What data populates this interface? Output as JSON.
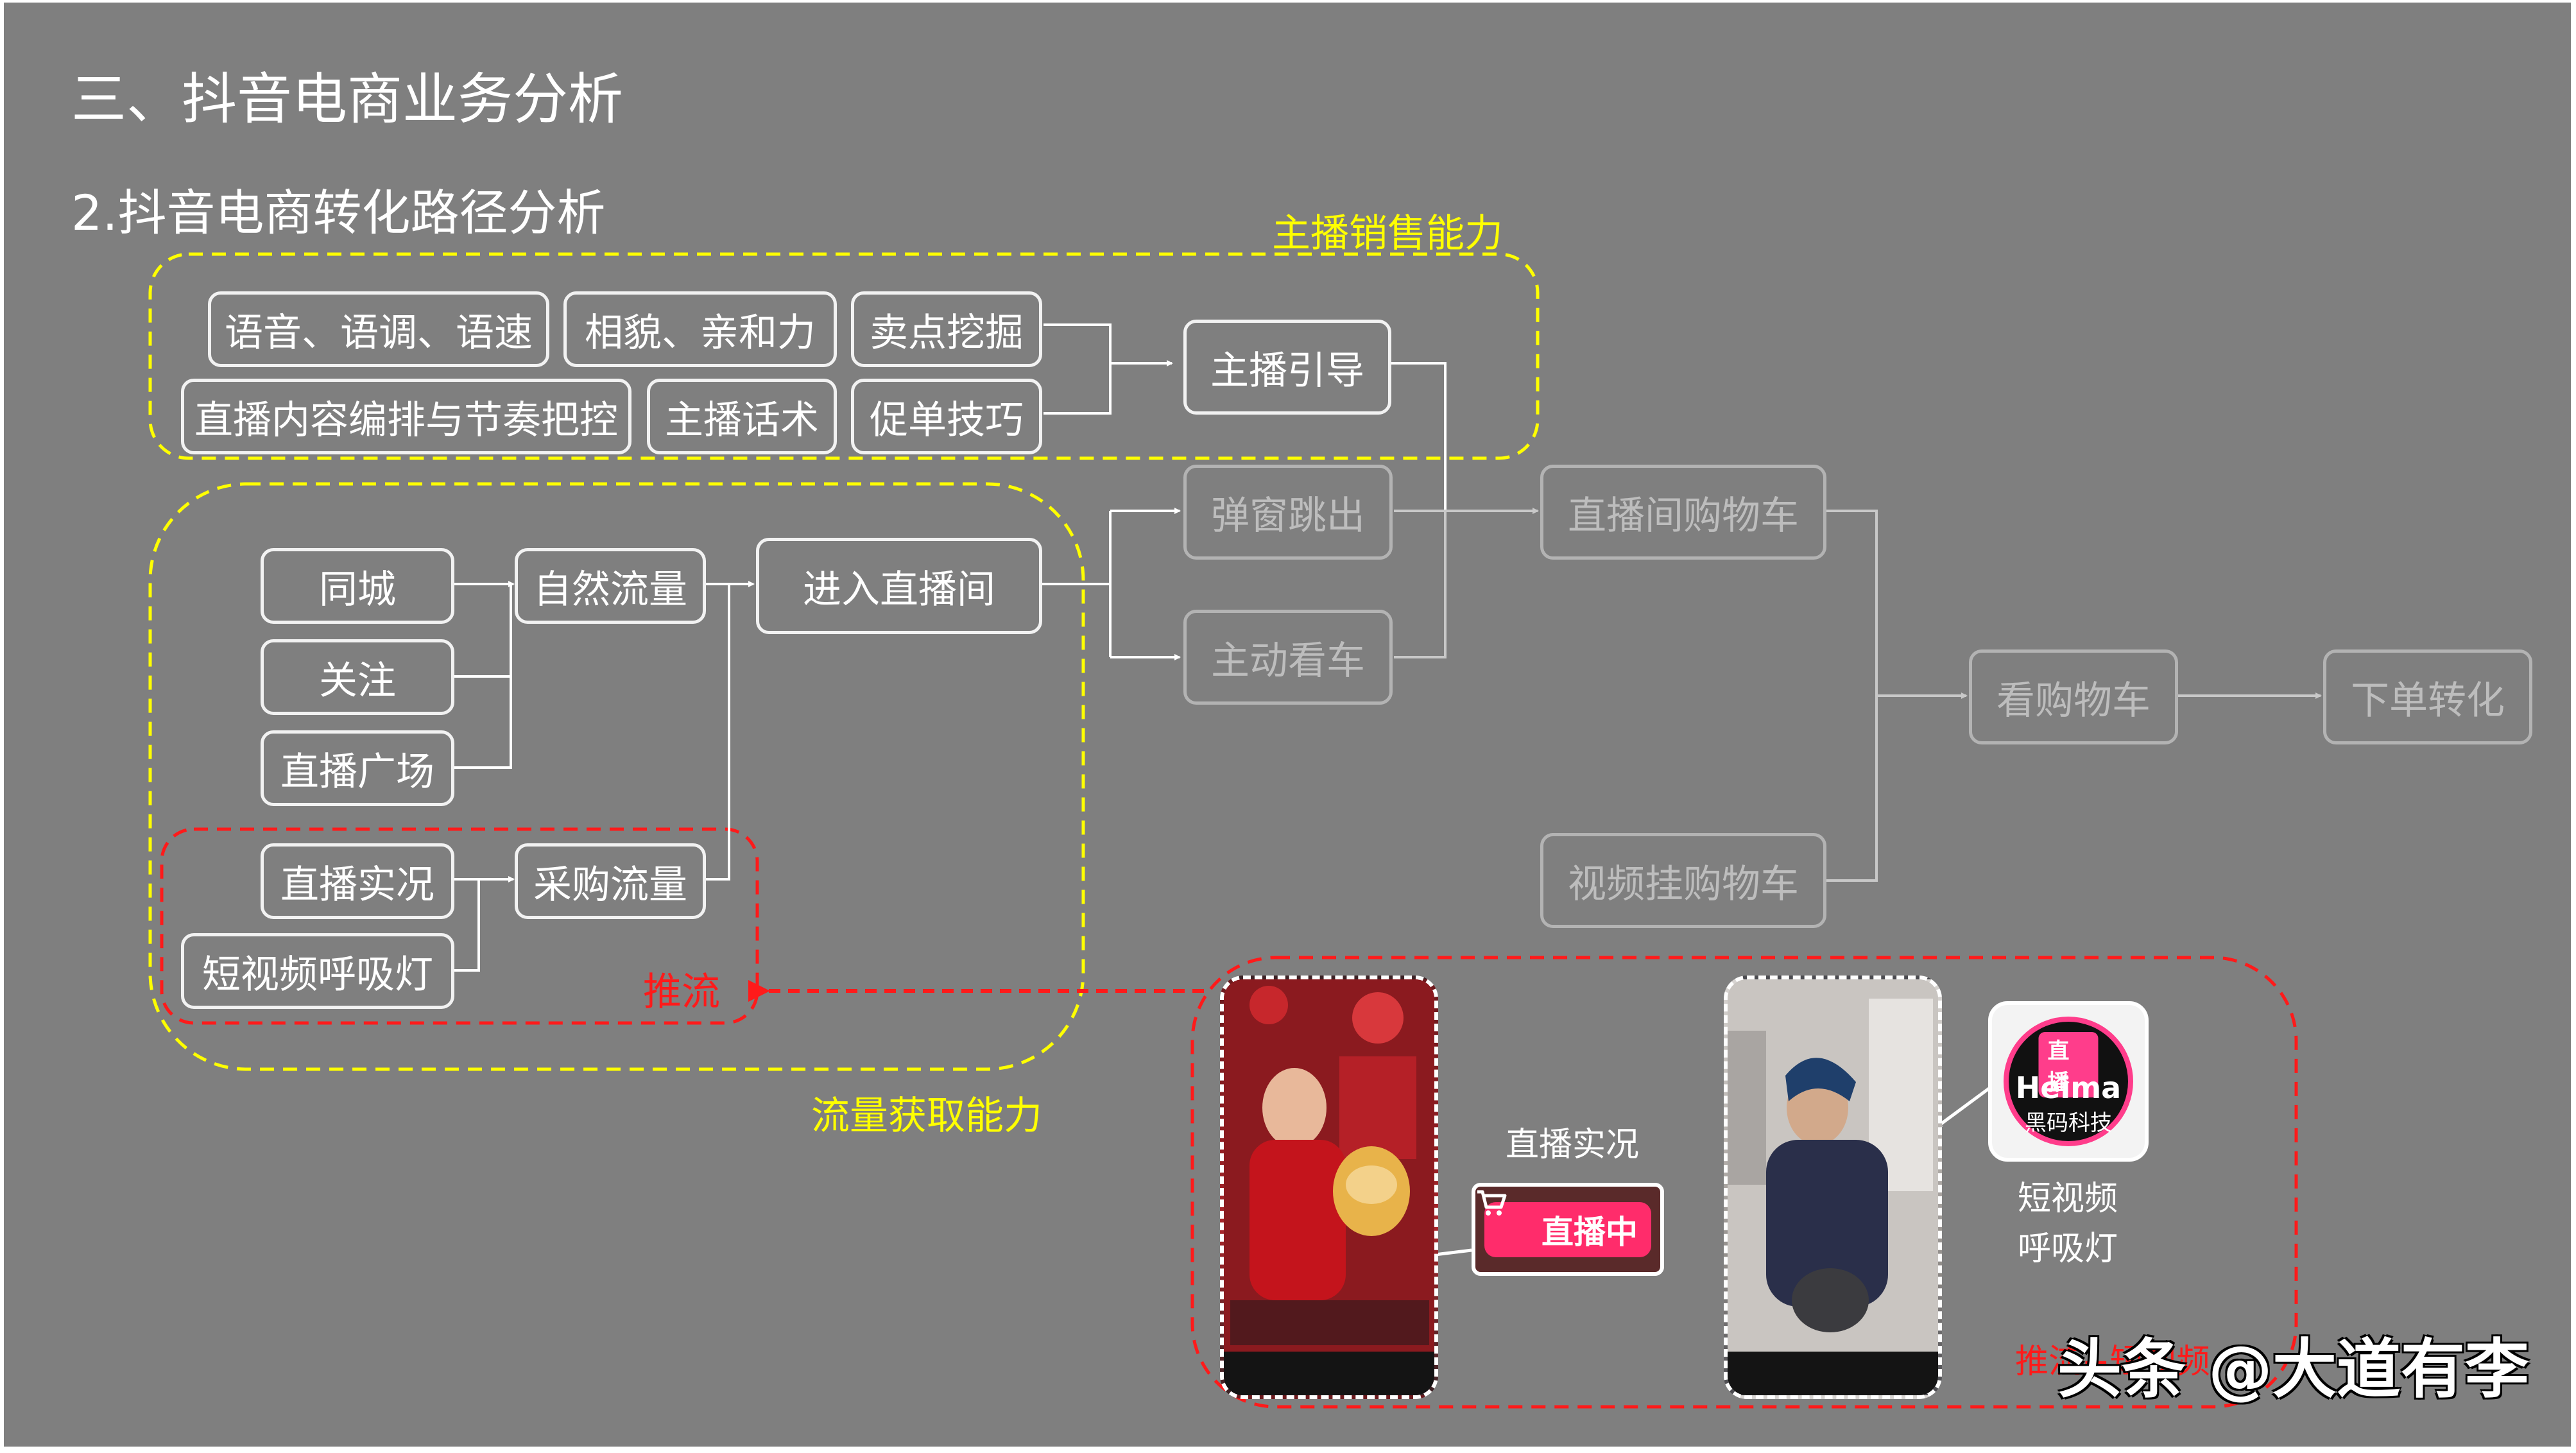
{
  "slide": {
    "title": "三、抖音电商业务分析",
    "subtitle": "2.抖音电商转化路径分析"
  },
  "groups": {
    "anchor_sales": "主播销售能力",
    "traffic_acquisition": "流量获取能力",
    "push_flow": "推流",
    "push_flow_short_video": "推流+短视频"
  },
  "anchor_boxes": {
    "voice": "语音、语调、语速",
    "looks": "相貌、亲和力",
    "selling_points": "卖点挖掘",
    "content_rhythm": "直播内容编排与节奏把控",
    "script": "主播话术",
    "closing": "促单技巧",
    "guide": "主播引导"
  },
  "traffic_boxes": {
    "same_city": "同城",
    "follow": "关注",
    "plaza": "直播广场",
    "natural": "自然流量",
    "enter_room": "进入直播间",
    "live_status": "直播实况",
    "breathing_light": "短视频呼吸灯",
    "paid": "采购流量"
  },
  "conversion_boxes": {
    "popup": "弹窗跳出",
    "active_view": "主动看车",
    "live_cart": "直播间购物车",
    "video_cart": "视频挂购物车",
    "view_cart": "看购物车",
    "order": "下单转化"
  },
  "examples": {
    "live_label": "直播实况",
    "live_badge": "直播中",
    "short_video_label_1": "短视频",
    "short_video_label_2": "呼吸灯",
    "heima_tag": "直播",
    "heima_name": "Heima",
    "heima_sub": "黑码科技"
  },
  "watermark": "头条 @大道有李",
  "colors": {
    "background": "#7f7f7f",
    "yellow": "#ffff00",
    "red": "#ff1a1a",
    "live_pink": "#ff2c6b"
  }
}
